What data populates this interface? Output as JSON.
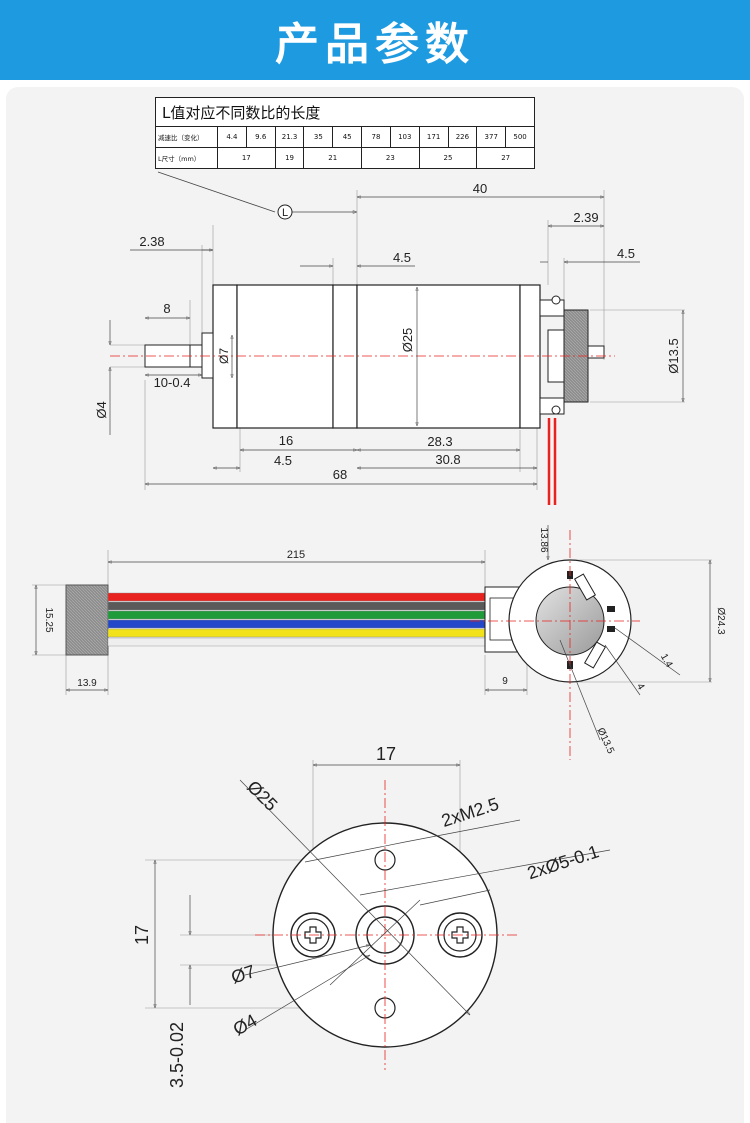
{
  "header": {
    "title": "产品参数"
  },
  "table": {
    "title": "L值对应不同数比的长度",
    "row1_label": "减速比（变化）",
    "ratios": [
      "4.4",
      "9.6",
      "21.3",
      "35",
      "45",
      "78",
      "103",
      "171",
      "226",
      "377",
      "500"
    ],
    "row2_label": "L尺寸（mm）",
    "lengths": [
      {
        "value": "17",
        "span": 2
      },
      {
        "value": "19",
        "span": 1
      },
      {
        "value": "21",
        "span": 2
      },
      {
        "value": "23",
        "span": 2
      },
      {
        "value": "25",
        "span": 2
      },
      {
        "value": "27",
        "span": 2
      }
    ]
  },
  "side_view": {
    "l_marker": "L",
    "dims": {
      "d40": "40",
      "d2_39": "2.39",
      "d2_38": "2.38",
      "d4_5_top": "4.5",
      "d4_5_right": "4.5",
      "d8": "8",
      "phi25": "Ø25",
      "phi7": "Ø7",
      "d10": "10-0.4",
      "phi4": "Ø4",
      "phi13_5": "Ø13.5",
      "d16": "16",
      "d4_5_bottom": "4.5",
      "d28_3": "28.3",
      "d30_8": "30.8",
      "d68": "68"
    }
  },
  "cable_view": {
    "dims": {
      "d215": "215",
      "d15_25": "15.25",
      "d13_9": "13.9",
      "d9": "9",
      "d13_86": "13.86",
      "phi24_3": "Ø24.3",
      "d1_4": "1.4",
      "d4": "4",
      "phi13_5": "Ø13.5"
    },
    "wire_colors": [
      "#e8231f",
      "#5a5a5a",
      "#1f9b3a",
      "#2347c8",
      "#f2e21a",
      "#eeeeee"
    ]
  },
  "front_view": {
    "dims": {
      "d17_top": "17",
      "phi25": "Ø25",
      "m2_5": "2xM2.5",
      "phi5": "2xØ5-0.1",
      "d17_left": "17",
      "phi7": "Ø7",
      "phi4": "Ø4",
      "d3_5": "3.5-0.02"
    }
  },
  "colors": {
    "header": "#1e9be0",
    "accent_red": "#e8231f",
    "dim_line": "#444444"
  }
}
